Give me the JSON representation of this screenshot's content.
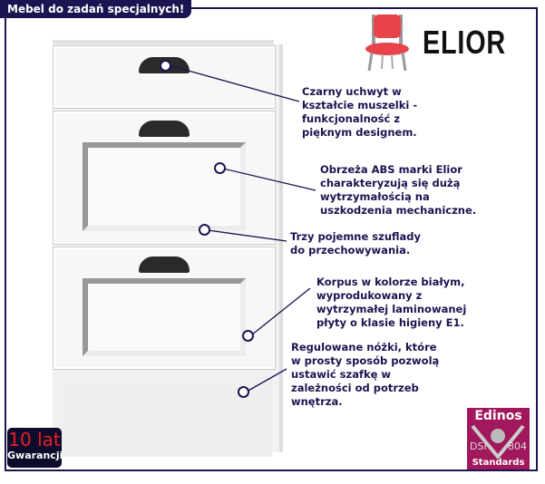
{
  "tag": "Mebel do zadań specjalnych!",
  "brand": {
    "name": "ELIOR"
  },
  "annotations": [
    "Czarny uchwyt w\nkształcie muszelki -\nfunkcjonalność z\npięknym designem.",
    "Obrzeża ABS marki Elior\ncharakteryzują się dużą\nwytrzymałością na\nuszkodzenia mechaniczne.",
    "Trzy pojemne szuflady\ndo przechowywania.",
    "Korpus w kolorze białym,\nwyprodukowany z\nwytrzymałej laminowanej\npłyty o klasie higieny E1.",
    "Regulowane nóżki, które\nw prosty sposób pozwolą\nustawić szafkę w\nzależności od potrzeb\nwnętrza."
  ],
  "warranty": {
    "years": "10 lat",
    "label": "Gwarancji"
  },
  "certificate": {
    "brand": "Edinos",
    "left": "DSI",
    "right": "804",
    "label": "Standards"
  },
  "colors": {
    "navy": "#1a1450",
    "cert": "#a1185c",
    "warranty_red": "#e51e25"
  }
}
